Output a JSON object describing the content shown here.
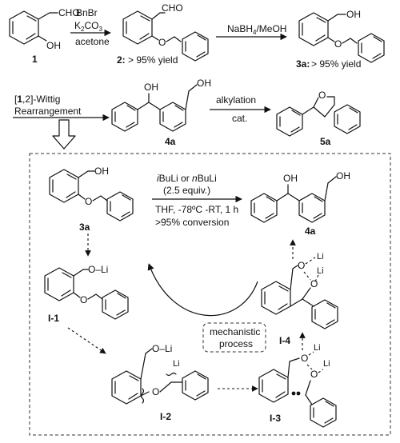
{
  "row1": {
    "cpd1": {
      "cho": "CHO",
      "oh": "OH",
      "label": "1"
    },
    "step1": {
      "reagent1": "BnBr",
      "reagent2_main": "K",
      "reagent2_sub": "2",
      "reagent2_main2": "CO",
      "reagent2_sub2": "3",
      "solvent": "acetone"
    },
    "cpd2": {
      "cho": "CHO",
      "o": "O",
      "label": "2:",
      "yield": "> 95% yield"
    },
    "step2": {
      "reagent_pre": "NaBH",
      "reagent_sub": "4",
      "reagent_post": "/MeOH"
    },
    "cpd3a": {
      "oh": "OH",
      "o": "O",
      "label": "3a:",
      "yield": "> 95% yield"
    }
  },
  "row2": {
    "step3": {
      "line1_prefix": "[",
      "line1_bold": "1",
      "line1_mid": ",",
      "line1_bold2": "2",
      "line1_suffix": "]-Wittig",
      "line2": "Rearrangement"
    },
    "cpd4a": {
      "oh1": "OH",
      "oh2": "OH",
      "label": "4a"
    },
    "step4": {
      "line1": "alkylation",
      "line2": "cat."
    },
    "cpd5a": {
      "o": "O",
      "label": "5a"
    }
  },
  "box": {
    "cpd3a": {
      "oh": "OH",
      "o": "O",
      "label": "3a"
    },
    "conditions": {
      "reagent_i1": "i",
      "reagent_a": "BuLi or ",
      "reagent_i2": "n",
      "reagent_b": "BuLi",
      "equiv": "(2.5 equiv.)",
      "solvent": "THF, -78ºC -RT, 1 h",
      "conversion": ">95% conversion"
    },
    "cpd4a": {
      "oh1": "OH",
      "oh2": "OH",
      "label": "4a"
    },
    "I1": {
      "oli": "O–Li",
      "o": "O",
      "label": "I-1"
    },
    "I2": {
      "oli": "O–Li",
      "li": "Li",
      "o": "O",
      "label": "I-2"
    },
    "I3": {
      "o1": "O",
      "li1": "Li",
      "o2": "O",
      "li2": "Li",
      "label": "I-3"
    },
    "I4": {
      "o1": "O",
      "li1": "Li",
      "o2": "O",
      "li2": "Li",
      "label": "I-4"
    },
    "mechanistic": {
      "line1": "mechanistic",
      "line2": "process"
    }
  }
}
